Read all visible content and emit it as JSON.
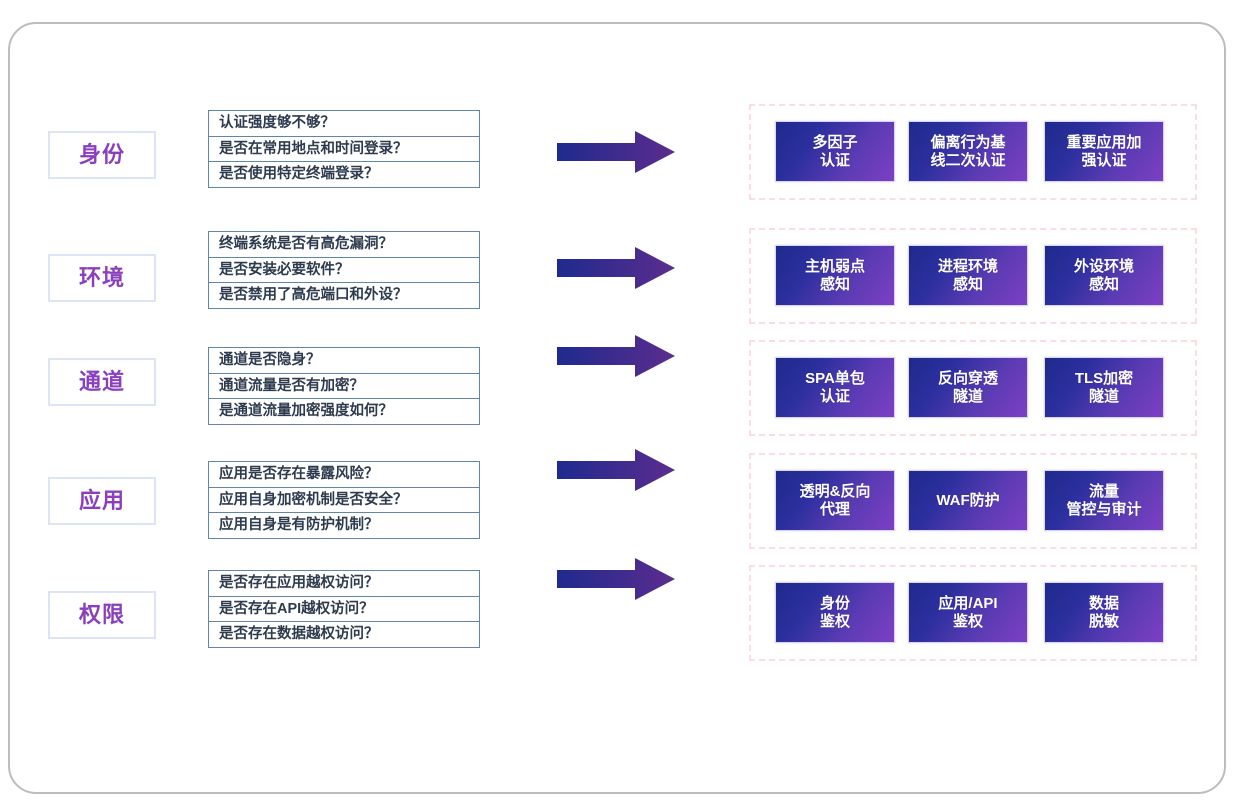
{
  "diagram": {
    "frame": {
      "border_color": "#bdbdbd"
    },
    "accent_colors": {
      "category_text": "#8b3fbe",
      "category_border": "#dde4f5",
      "question_border": "#6284ab",
      "question_text": "#2e3b4e",
      "dashed_border": "#fadfe0",
      "arrow_gradient_start": "#1f2a8e",
      "arrow_gradient_end": "#5b2d8e",
      "capability_gradient_start": "#1e2a8c",
      "capability_gradient_end": "#7d3fc4",
      "capability_text": "#ffffff"
    },
    "rows": [
      {
        "category": "身份",
        "questions": [
          "认证强度够不够？",
          "是否在常用地点和时间登录？",
          "是否使用特定终端登录？"
        ],
        "arrow": "right-arrow-icon",
        "capabilities": [
          "多因子\n认证",
          "偏离行为基\n线二次认证",
          "重要应用加\n强认证"
        ]
      },
      {
        "category": "环境",
        "questions": [
          "终端系统是否有高危漏洞？",
          "是否安装必要软件？",
          "是否禁用了高危端口和外设？"
        ],
        "arrow": "right-arrow-icon",
        "capabilities": [
          "主机弱点\n感知",
          "进程环境\n感知",
          "外设环境\n感知"
        ]
      },
      {
        "category": "通道",
        "questions": [
          "通道是否隐身？",
          "通道流量是否有加密？",
          "是通道流量加密强度如何？"
        ],
        "arrow": "right-arrow-icon",
        "capabilities": [
          "SPA单包\n认证",
          "反向穿透\n隧道",
          "TLS加密\n隧道"
        ]
      },
      {
        "category": "应用",
        "questions": [
          "应用是否存在暴露风险？",
          "应用自身加密机制是否安全？",
          "应用自身是有防护机制？"
        ],
        "arrow": "right-arrow-icon",
        "capabilities": [
          "透明&反向\n代理",
          "WAF防护",
          "流量\n管控与审计"
        ]
      },
      {
        "category": "权限",
        "questions": [
          "是否存在应用越权访问？",
          "是否存在API越权访问？",
          "是否存在数据越权访问？"
        ],
        "arrow": "right-arrow-icon",
        "capabilities": [
          "身份\n鉴权",
          "应用/API\n鉴权",
          "数据\n脱敏"
        ]
      }
    ]
  }
}
